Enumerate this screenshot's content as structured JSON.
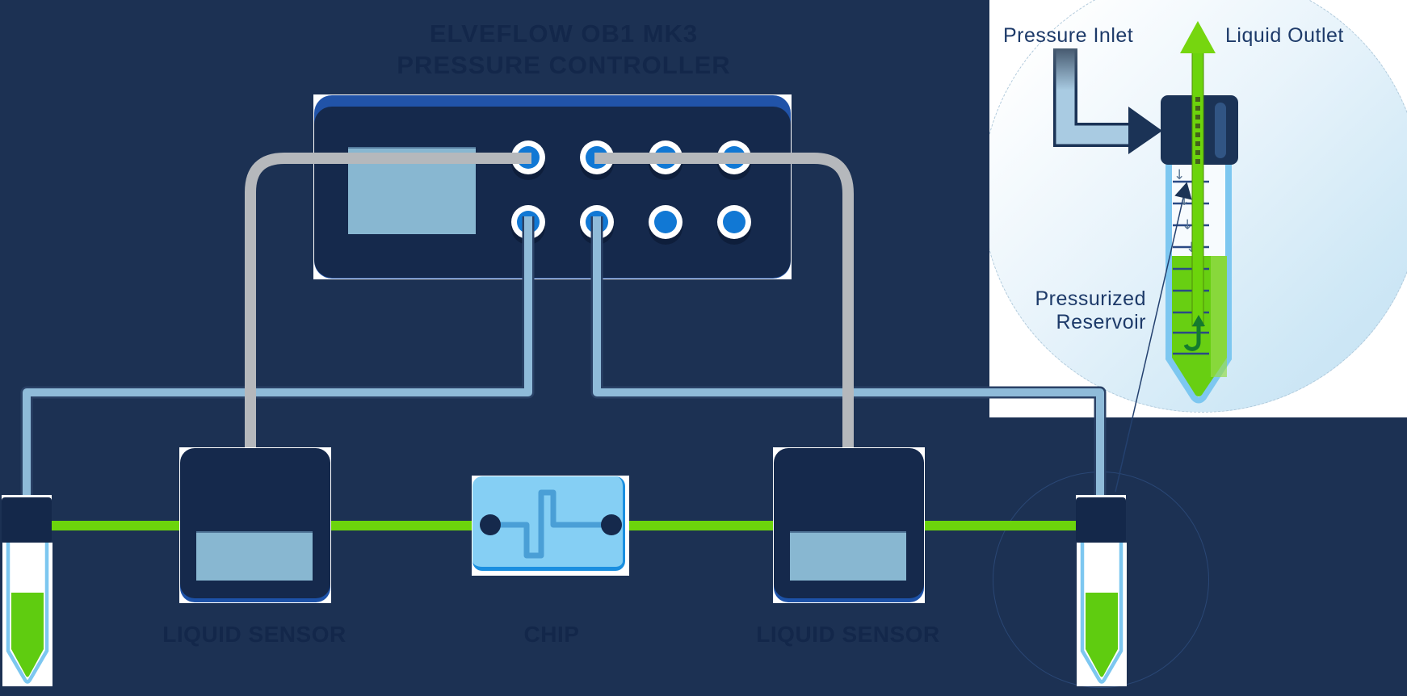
{
  "title": {
    "line1": "ELVEFLOW OB1 MK3",
    "line2": "PRESSURE CONTROLLER"
  },
  "devices": {
    "left_sensor_label": "LIQUID SENSOR",
    "chip_label": "CHIP",
    "right_sensor_label": "LIQUID SENSOR"
  },
  "inset": {
    "pressure_inlet_label": "Pressure Inlet",
    "liquid_outlet_label": "Liquid Outlet",
    "pressurized_reservoir_line1": "Pressurized",
    "pressurized_reservoir_line2": "Reservoir"
  },
  "icons": [
    "liquid-outlet-arrow-icon",
    "pressure-inlet-arrow-icon",
    "pressure-down-arrow-icons",
    "recirculation-arrow-icon",
    "callout-arrow-icon",
    "controller-port-icon"
  ],
  "colors": {
    "background": "#1C3153",
    "ghost_text": "#13274A",
    "device_body": "#15294C",
    "bezel_blue": "#2153A8",
    "sensor_glow": "#1D52A8",
    "port_blue": "#1178D4",
    "screen_blue": "#88B7D1",
    "chip_body": "#85CFF4",
    "chip_edge": "#1A8FE0",
    "chip_channel": "#4A9FD6",
    "gray_tube": "#B5B8BC",
    "light_blue_tube": "#8FBBD9",
    "green_tube": "#6CD40C",
    "liquid_green": "#5FCC10",
    "falcon_wall": "#7DC7F0",
    "inset_text": "#1D3A69",
    "navy_arrow": "#1B3356",
    "recirc_green": "#147A2E"
  }
}
